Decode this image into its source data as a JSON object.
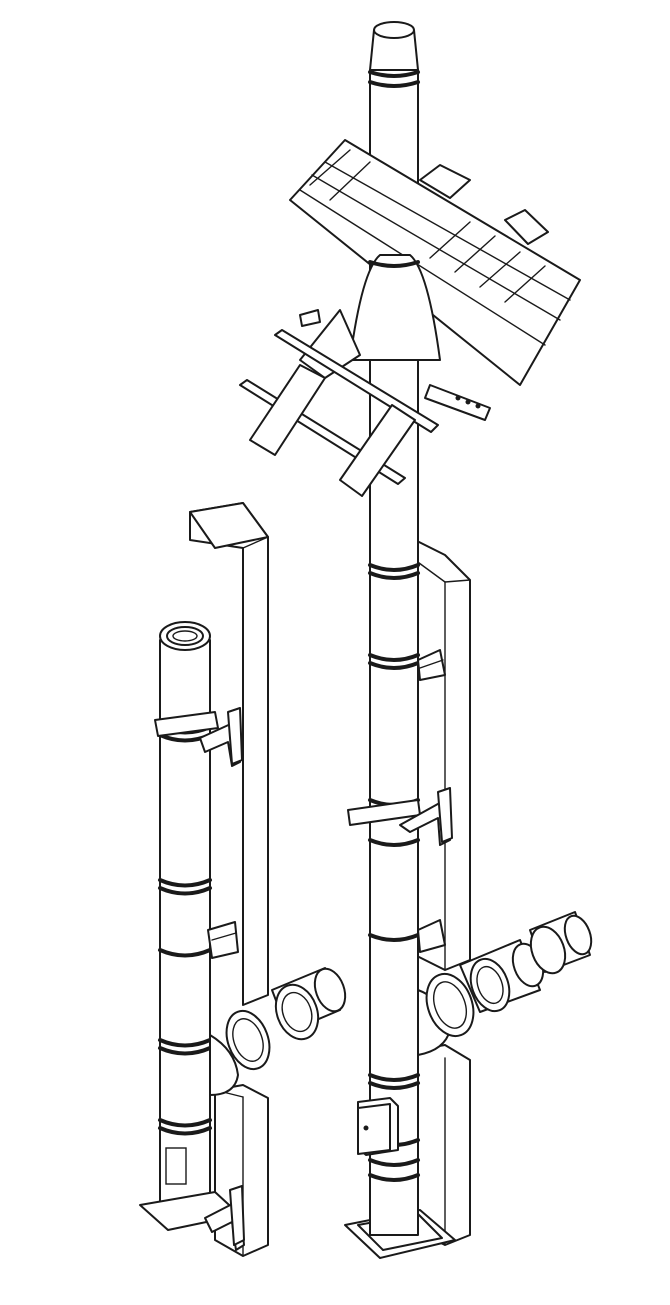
{
  "diagram": {
    "style": "isometric line drawing",
    "background": "#ffffff",
    "line_color": "#1a1a1a",
    "assemblies": [
      {
        "name": "wall-mounted-chimney-assembly",
        "parts": [
          "wall-panel",
          "flue-pipe",
          "wall-brackets",
          "tee-connector",
          "connector-pipes",
          "base-support"
        ]
      },
      {
        "name": "roof-chimney-assembly",
        "parts": [
          "terminal-cap",
          "roof-flashing",
          "roof-support",
          "flue-pipe",
          "wall-brackets",
          "tee-connector",
          "connector-pipes",
          "inspection-door",
          "floor-base"
        ]
      }
    ]
  }
}
